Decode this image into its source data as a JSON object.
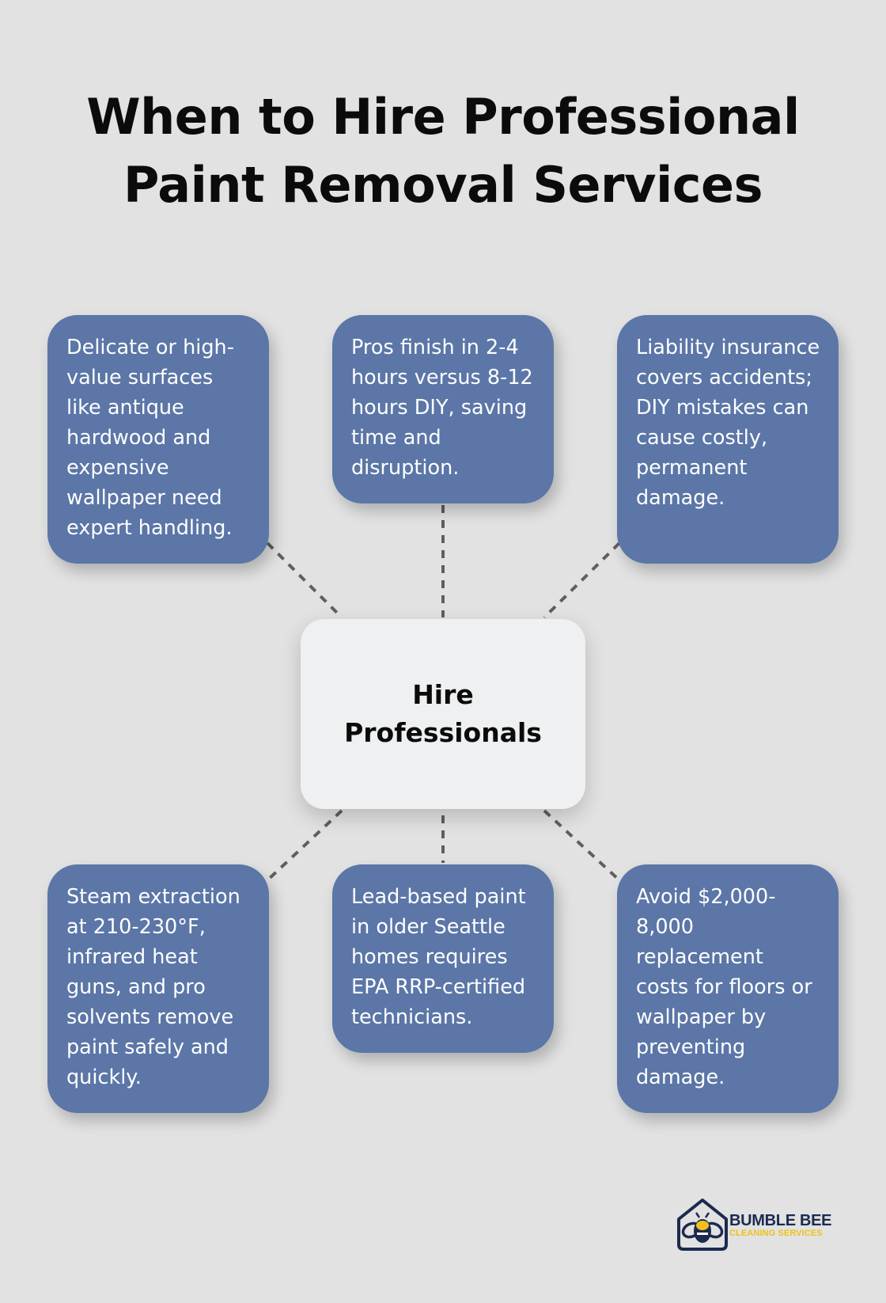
{
  "title": {
    "line1": "When to Hire Professional",
    "line2": "Paint Removal Services"
  },
  "center": {
    "line1": "Hire",
    "line2": "Professionals"
  },
  "cards": [
    {
      "position": "top-left",
      "text": "Delicate or high-value surfaces like antique hardwood and expensive wallpaper need expert handling."
    },
    {
      "position": "top-center",
      "text": "Pros finish in 2-4 hours versus 8-12 hours DIY, saving time and disruption."
    },
    {
      "position": "top-right",
      "text": "Liability insurance covers accidents; DIY mistakes can cause costly, permanent damage."
    },
    {
      "position": "bottom-left",
      "text": "Steam extraction at 210-230°F, infrared heat guns, and pro solvents remove paint safely and quickly."
    },
    {
      "position": "bottom-center",
      "text": "Lead-based paint in older Seattle homes requires EPA RRP-certified technicians."
    },
    {
      "position": "bottom-right",
      "text": "Avoid $2,000-8,000 replacement costs for floors or wallpaper by preventing damage."
    }
  ],
  "logo": {
    "name": "BUMBLE BEE",
    "tagline": "CLEANING SERVICES",
    "icon": "bee-house-icon"
  },
  "colors": {
    "background": "#e1e2e1",
    "card": "#5b76a7",
    "center_card": "#eff0f1",
    "connector": "#5f5f5f",
    "logo_navy": "#1c2a4f",
    "logo_yellow": "#f2c01a"
  }
}
